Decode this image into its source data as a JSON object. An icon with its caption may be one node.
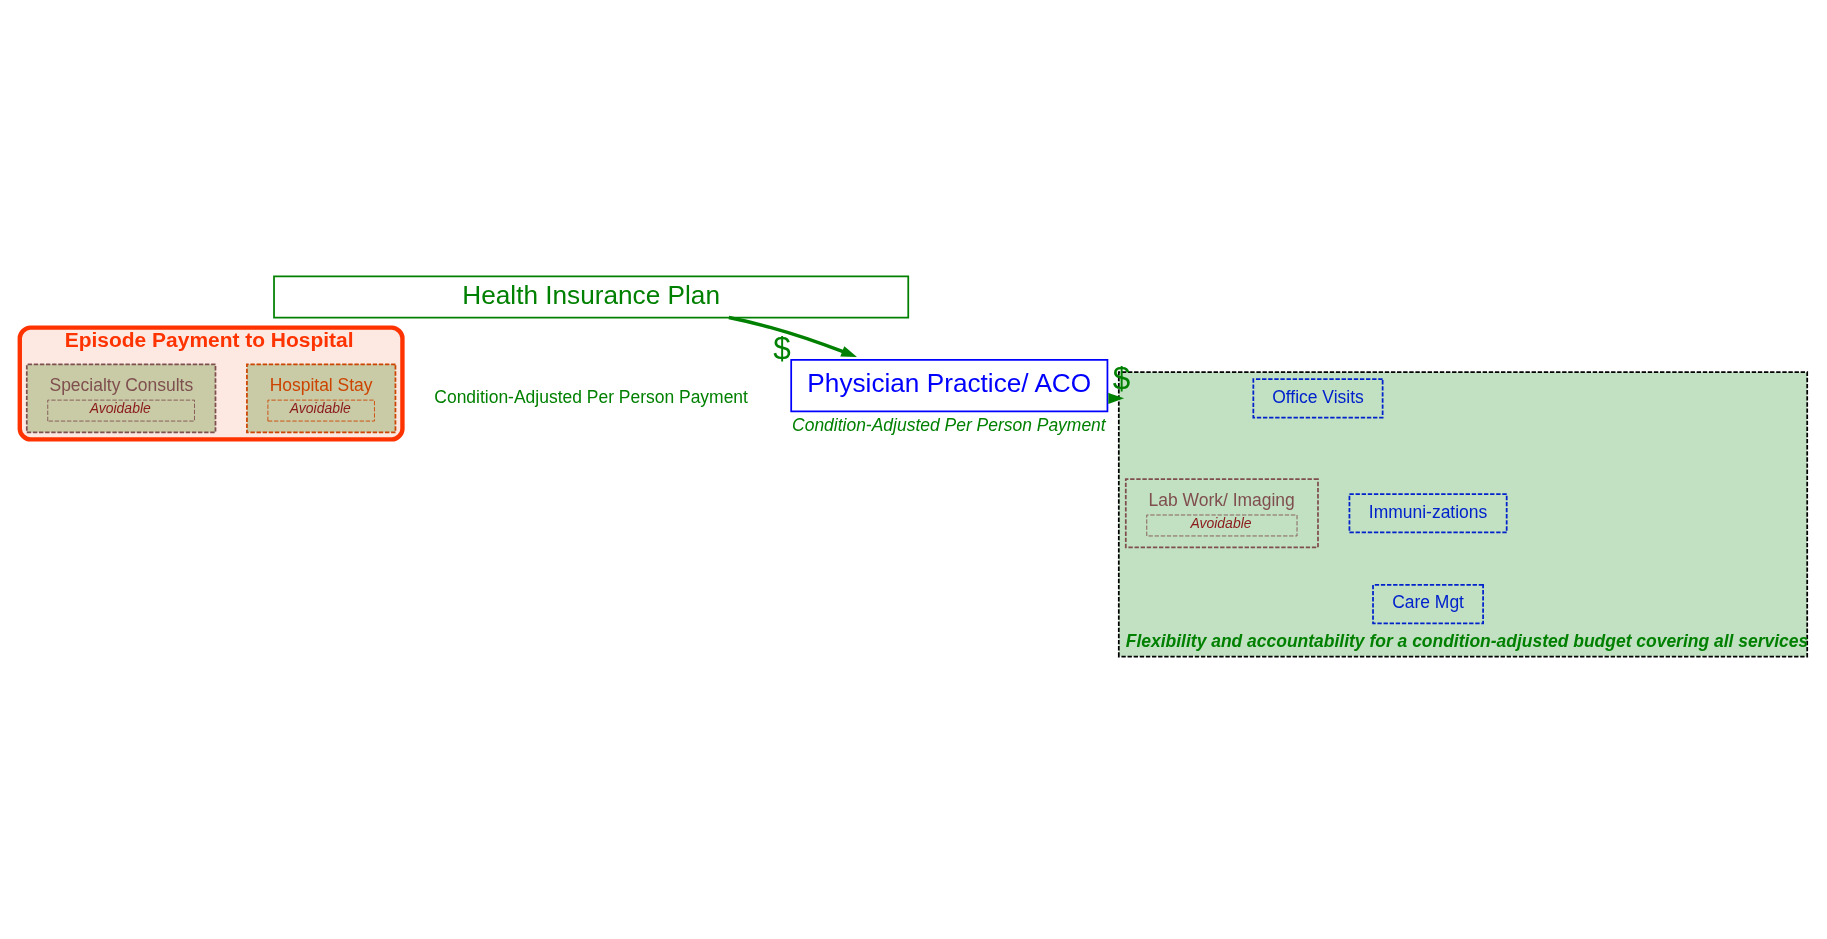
{
  "diagram": {
    "nodes": [
      {
        "text": [
          "Health Insurance Plan"
        ]
      },
      {
        "text": [
          "Physician Practice/ ACO"
        ],
        "beside": [
          "Condition-Adjusted Per Person Payment"
        ]
      },
      {
        "text": [],
        "shape": "box",
        "beside": [
          "Flexibility and accountability for a condition-adjusted budget covering all services"
        ]
      },
      {
        "text": [
          "Episode Payment to Hospital"
        ]
      },
      {
        "text": [
          "Office Visits"
        ],
        "in": 2
      },
      {
        "text": [
          "Specialty Consults",
          "Avoidable"
        ],
        "in": 3
      },
      {
        "text": [
          "Hospital Stay",
          "Avoidable"
        ],
        "in": 3
      },
      {
        "text": [
          "Immuni-zations"
        ],
        "in": 2
      },
      {
        "text": [
          "Care Mgt"
        ],
        "in": 2
      },
      {
        "text": [
          "Lab Work/ Imaging",
          "Avoidable"
        ],
        "in": 2
      }
    ],
    "edges": [
      {
        "from": 0,
        "to": 1,
        "arrow": "to",
        "label": "$",
        "color": "#008000"
      },
      {
        "from": 1,
        "to": 2,
        "arrow": "to",
        "label": "$",
        "color": "#008000"
      }
    ],
    "labels": [
      "Condition-Adjusted Per Person Payment"
    ]
  }
}
